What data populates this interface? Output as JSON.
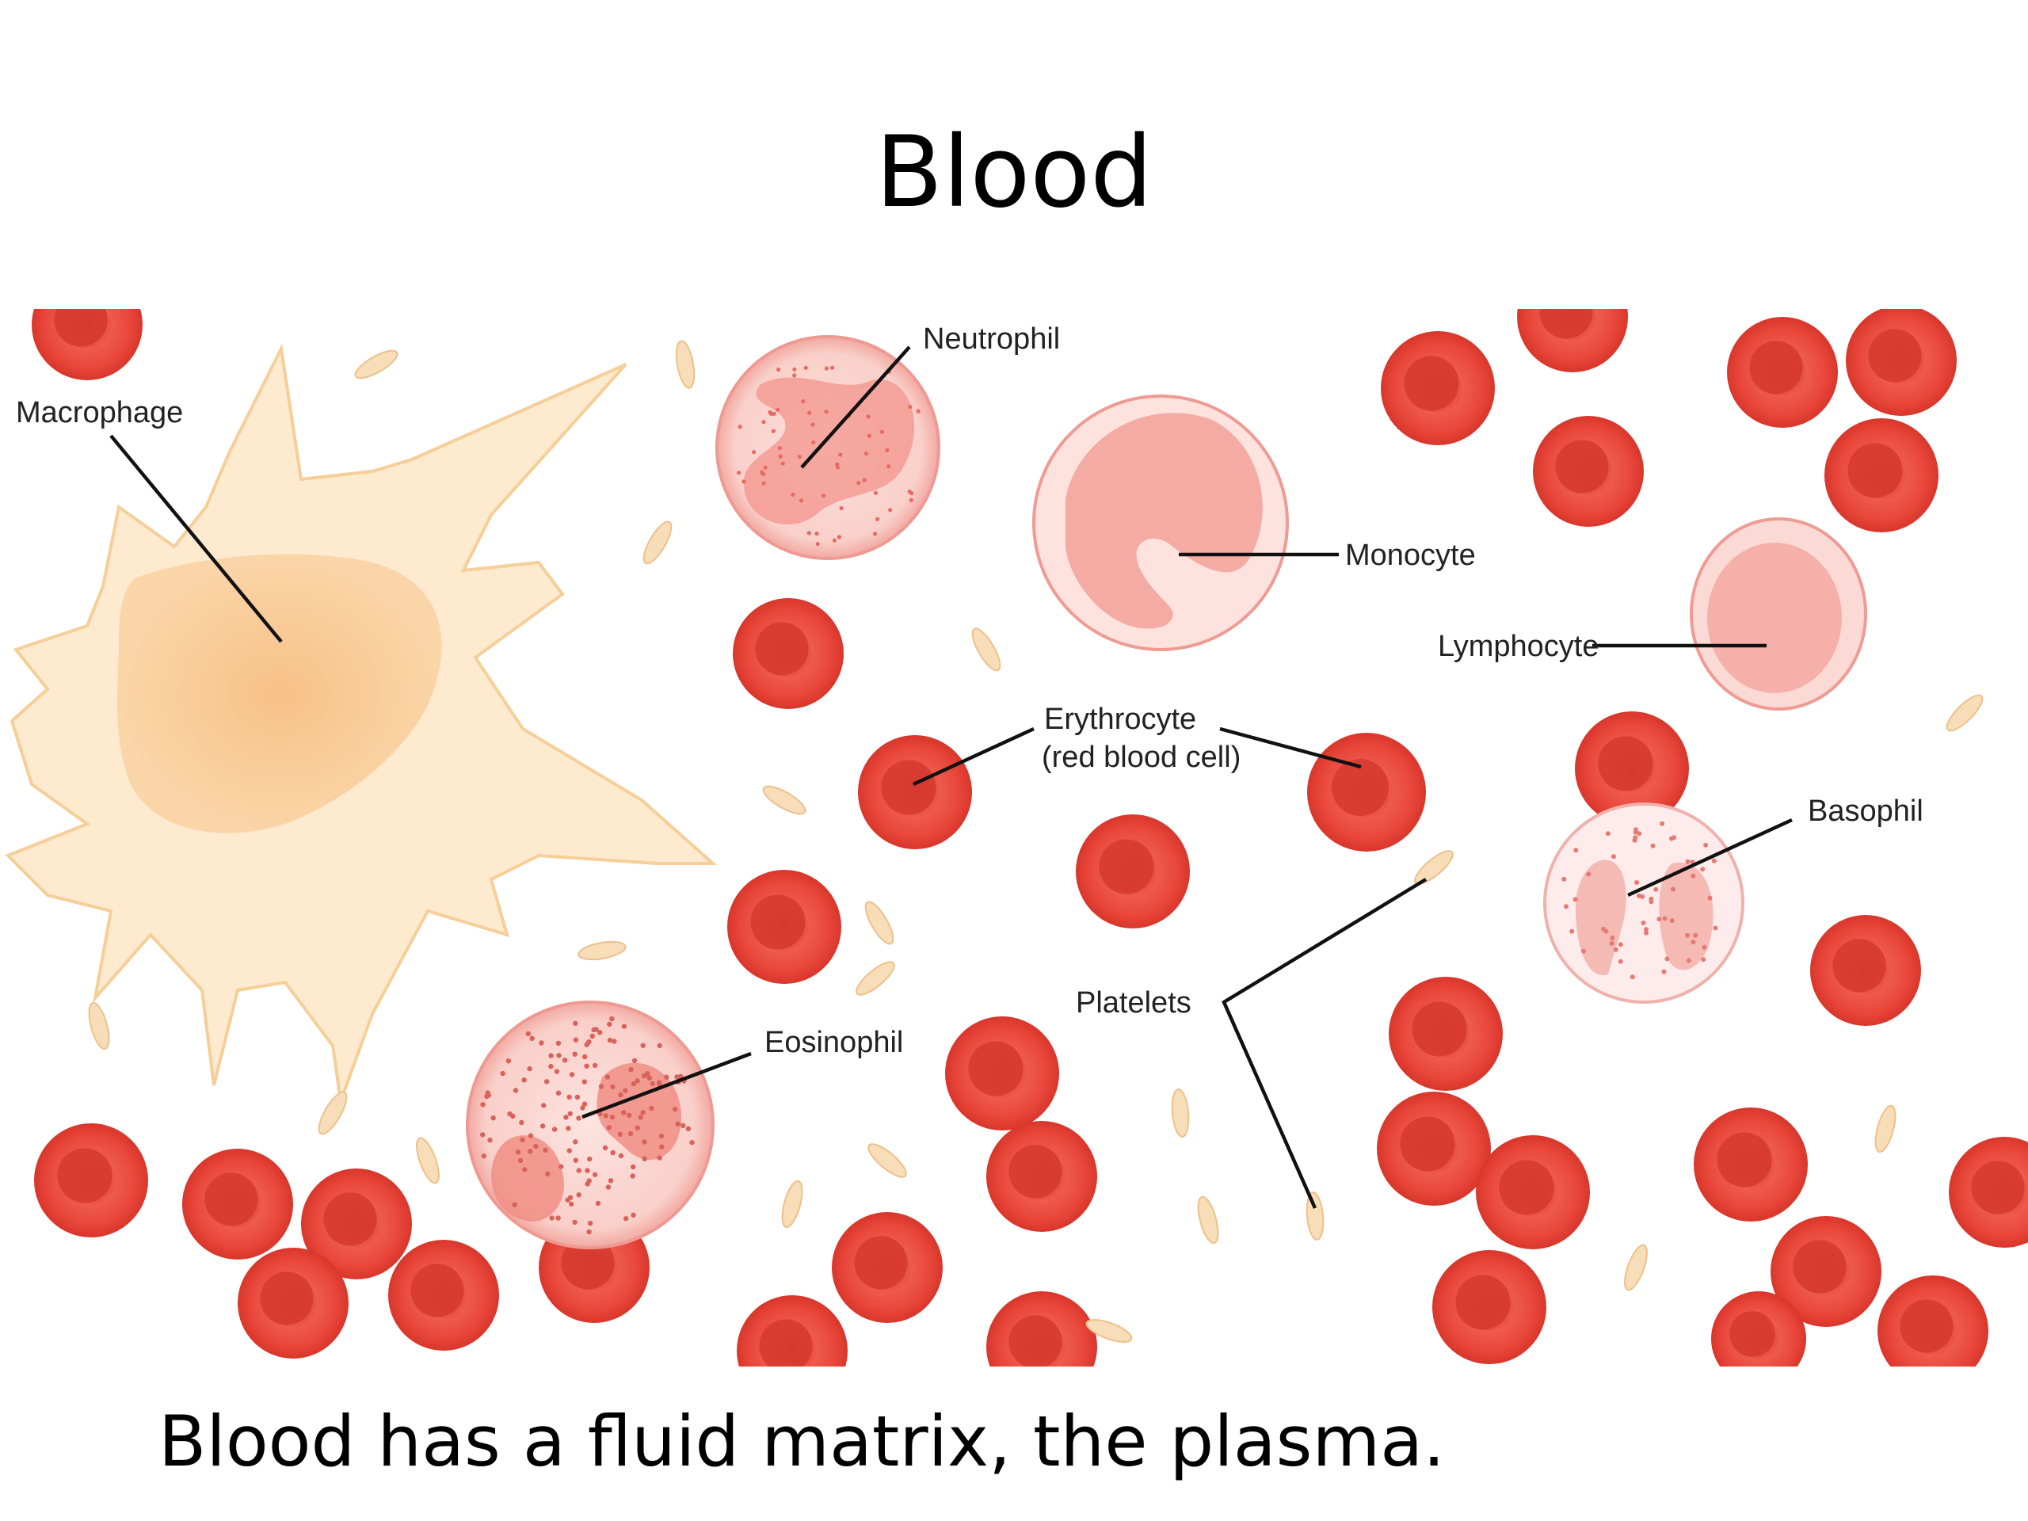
{
  "slide": {
    "title": "Blood",
    "caption": "Blood has a fluid matrix, the plasma."
  },
  "diagram": {
    "labels": {
      "macrophage": "Macrophage",
      "neutrophil": "Neutrophil",
      "monocyte": "Monocyte",
      "lymphocyte": "Lymphocyte",
      "erythrocyte_line1": "Erythrocyte",
      "erythrocyte_line2": "(red blood cell)",
      "basophil": "Basophil",
      "platelets": "Platelets",
      "eosinophil": "Eosinophil"
    },
    "colors": {
      "erythrocyte": "#e8453a",
      "erythrocyte_center": "#d42f27",
      "leukocyte_membrane": "#f7c9c4",
      "leukocyte_nucleus": "#f08c85",
      "macrophage": "#fde9cc",
      "macrophage_nucleus": "#f9c993",
      "platelet": "#f7dcb5"
    }
  }
}
